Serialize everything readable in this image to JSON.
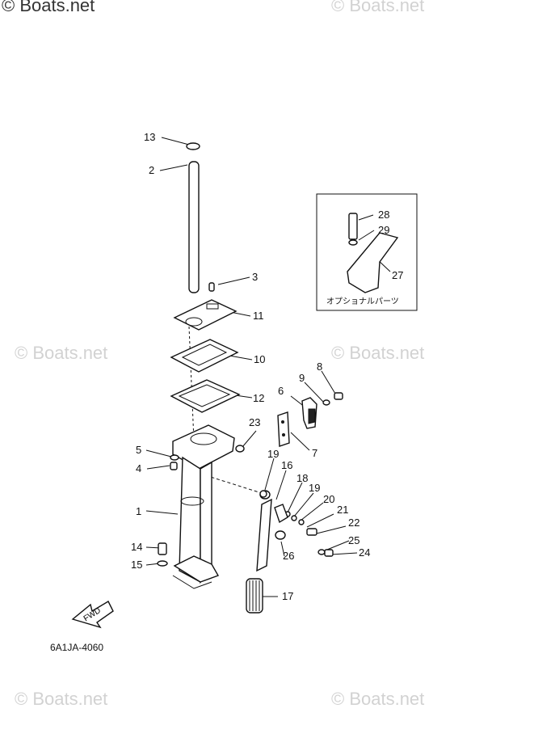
{
  "watermarks": {
    "top_left": "© Boats.net",
    "top_right": "© Boats.net",
    "mid_left": "© Boats.net",
    "mid_right": "© Boats.net",
    "bottom_left": "© Boats.net",
    "bottom_right": "© Boats.net"
  },
  "callouts": {
    "p1": "1",
    "p2": "2",
    "p3": "3",
    "p4": "4",
    "p5": "5",
    "p6": "6",
    "p7": "7",
    "p8": "8",
    "p9": "9",
    "p10": "10",
    "p11": "11",
    "p12": "12",
    "p13": "13",
    "p14": "14",
    "p15": "15",
    "p16": "16",
    "p17": "17",
    "p18": "18",
    "p19a": "19",
    "p19b": "19",
    "p20": "20",
    "p21": "21",
    "p22": "22",
    "p23": "23",
    "p24": "24",
    "p25": "25",
    "p26": "26",
    "p27": "27",
    "p28": "28",
    "p29": "29"
  },
  "optional_parts_label": "オプショナルパーツ",
  "forward_label": "FWD",
  "diagram_code": "6A1JA-4060"
}
